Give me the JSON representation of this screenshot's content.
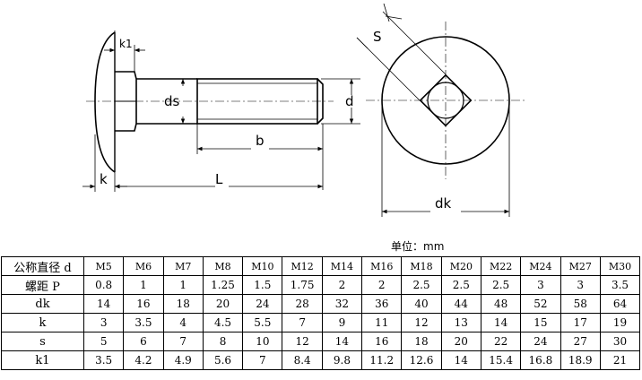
{
  "drawing": {
    "labels": {
      "k1": "k1",
      "ds": "ds",
      "d": "d",
      "b": "b",
      "k": "k",
      "L": "L",
      "S": "S",
      "dk": "dk"
    }
  },
  "unit_label": "单位：mm",
  "table": {
    "columns": [
      "M5",
      "M6",
      "M7",
      "M8",
      "M10",
      "M12",
      "M14",
      "M16",
      "M18",
      "M20",
      "M22",
      "M24",
      "M27",
      "M30"
    ],
    "rows": [
      {
        "name": "公称直径 d",
        "values": [
          "M5",
          "M6",
          "M7",
          "M8",
          "M10",
          "M12",
          "M14",
          "M16",
          "M18",
          "M20",
          "M22",
          "M24",
          "M27",
          "M30"
        ]
      },
      {
        "name": "螺距 P",
        "values": [
          "0.8",
          "1",
          "1",
          "1.25",
          "1.5",
          "1.75",
          "2",
          "2",
          "2.5",
          "2.5",
          "2.5",
          "3",
          "3",
          "3.5"
        ]
      },
      {
        "name": "dk",
        "values": [
          "14",
          "16",
          "18",
          "20",
          "24",
          "28",
          "32",
          "36",
          "40",
          "44",
          "48",
          "52",
          "58",
          "64"
        ]
      },
      {
        "name": "k",
        "values": [
          "3",
          "3.5",
          "4",
          "4.5",
          "5.5",
          "7",
          "9",
          "11",
          "12",
          "13",
          "14",
          "15",
          "17",
          "19"
        ]
      },
      {
        "name": "s",
        "values": [
          "5",
          "6",
          "7",
          "8",
          "10",
          "12",
          "14",
          "16",
          "18",
          "20",
          "22",
          "24",
          "27",
          "30"
        ]
      },
      {
        "name": "k1",
        "values": [
          "3.5",
          "4.2",
          "4.9",
          "5.6",
          "7",
          "8.4",
          "9.8",
          "11.2",
          "12.6",
          "14",
          "15.4",
          "16.8",
          "18.9",
          "21"
        ]
      }
    ]
  }
}
